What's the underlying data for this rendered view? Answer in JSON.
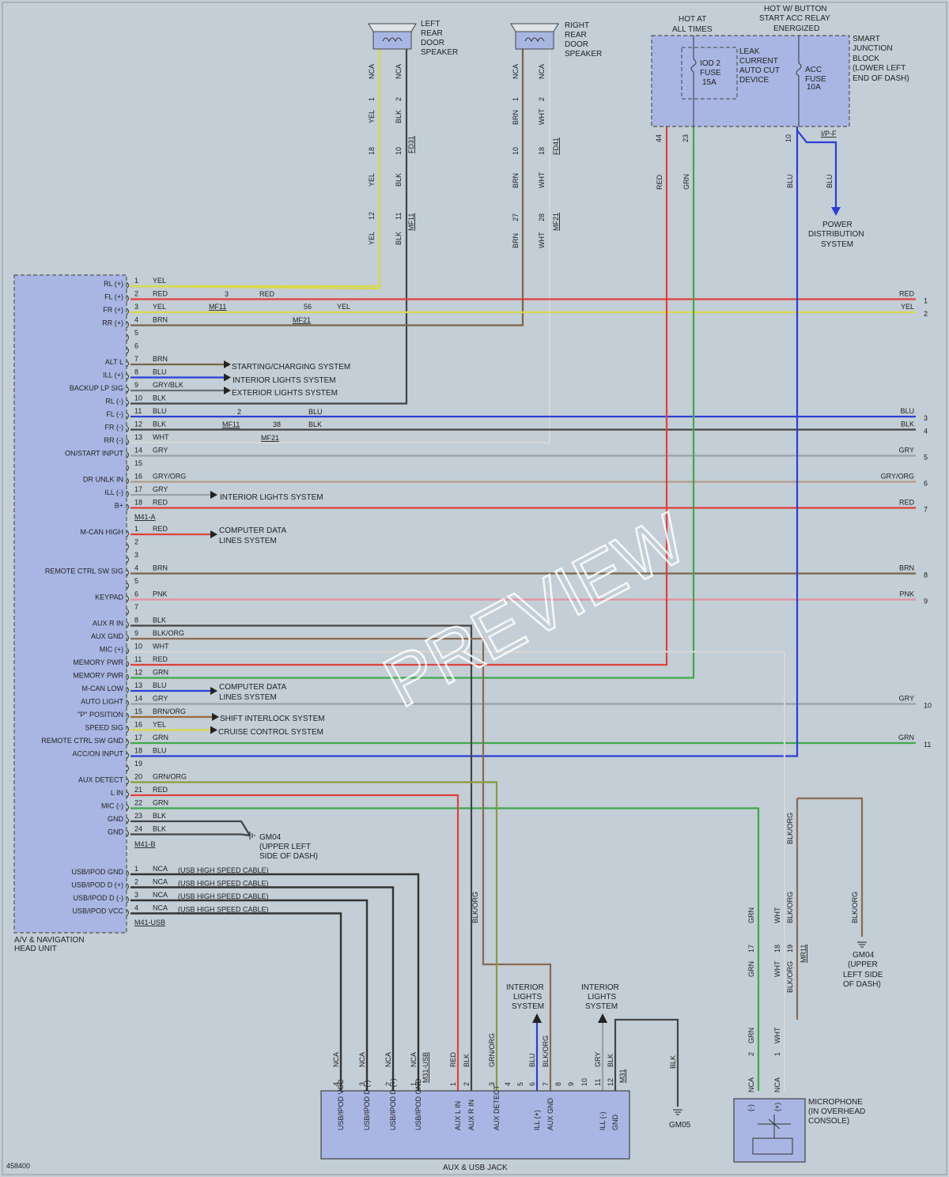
{
  "colors": {
    "RED": "#e0403d",
    "YEL": "#d9d94a",
    "BRN": "#7a6448",
    "BLU": "#2a3fd8",
    "BLK": "#444444",
    "GRY": "#9aa2a8",
    "WHT": "#e8e8e8",
    "GRN": "#3fa84a",
    "PNK": "#e5909e",
    "GRY/ORG": "#b59a86",
    "BLK/ORG": "#8a6a50",
    "GRN/ORG": "#8a9a3a",
    "GRY/BLK": "#6c7176",
    "BRN/ORG": "#9c6a3a",
    "NCA": "#333333"
  },
  "head_unit": {
    "title": "A/V & NAVIGATION HEAD UNIT",
    "connA": "M41-A",
    "connB": "M41-B",
    "connUSB": "M41-USB",
    "pinsA": [
      {
        "n": "1",
        "sig": "RL (+)",
        "wire": "YEL"
      },
      {
        "n": "2",
        "sig": "FL (+)",
        "wire": "RED"
      },
      {
        "n": "3",
        "sig": "FR (+)",
        "wire": "YEL"
      },
      {
        "n": "4",
        "sig": "RR (+)",
        "wire": "BRN"
      },
      {
        "n": "5",
        "sig": "",
        "wire": ""
      },
      {
        "n": "6",
        "sig": "",
        "wire": ""
      },
      {
        "n": "7",
        "sig": "ALT L",
        "wire": "BRN"
      },
      {
        "n": "8",
        "sig": "ILL (+)",
        "wire": "BLU"
      },
      {
        "n": "9",
        "sig": "BACKUP LP SIG",
        "wire": "GRY/BLK"
      },
      {
        "n": "10",
        "sig": "RL (-)",
        "wire": "BLK"
      },
      {
        "n": "11",
        "sig": "FL (-)",
        "wire": "BLU"
      },
      {
        "n": "12",
        "sig": "FR (-)",
        "wire": "BLK"
      },
      {
        "n": "13",
        "sig": "RR (-)",
        "wire": "WHT"
      },
      {
        "n": "14",
        "sig": "ON/START INPUT",
        "wire": "GRY"
      },
      {
        "n": "15",
        "sig": "",
        "wire": ""
      },
      {
        "n": "16",
        "sig": "DR UNLK IN",
        "wire": "GRY/ORG"
      },
      {
        "n": "17",
        "sig": "ILL (-)",
        "wire": "GRY"
      },
      {
        "n": "18",
        "sig": "B+",
        "wire": "RED"
      }
    ],
    "pinsB": [
      {
        "n": "1",
        "sig": "M-CAN HIGH",
        "wire": "RED"
      },
      {
        "n": "2",
        "sig": "",
        "wire": ""
      },
      {
        "n": "3",
        "sig": "",
        "wire": ""
      },
      {
        "n": "4",
        "sig": "REMOTE CTRL SW SIG",
        "wire": "BRN"
      },
      {
        "n": "5",
        "sig": "",
        "wire": ""
      },
      {
        "n": "6",
        "sig": "KEYPAD",
        "wire": "PNK"
      },
      {
        "n": "7",
        "sig": "",
        "wire": ""
      },
      {
        "n": "8",
        "sig": "AUX R IN",
        "wire": "BLK"
      },
      {
        "n": "9",
        "sig": "AUX GND",
        "wire": "BLK/ORG"
      },
      {
        "n": "10",
        "sig": "MIC (+)",
        "wire": "WHT"
      },
      {
        "n": "11",
        "sig": "MEMORY PWR",
        "wire": "RED"
      },
      {
        "n": "12",
        "sig": "MEMORY PWR",
        "wire": "GRN"
      },
      {
        "n": "13",
        "sig": "M-CAN LOW",
        "wire": "BLU"
      },
      {
        "n": "14",
        "sig": "AUTO LIGHT",
        "wire": "GRY"
      },
      {
        "n": "15",
        "sig": "\"P\" POSITION",
        "wire": "BRN/ORG"
      },
      {
        "n": "16",
        "sig": "SPEED SIG",
        "wire": "YEL"
      },
      {
        "n": "17",
        "sig": "REMOTE CTRL SW GND",
        "wire": "GRN"
      },
      {
        "n": "18",
        "sig": "ACC/ON INPUT",
        "wire": "BLU"
      },
      {
        "n": "19",
        "sig": "",
        "wire": ""
      },
      {
        "n": "20",
        "sig": "AUX DETECT",
        "wire": "GRN/ORG"
      },
      {
        "n": "21",
        "sig": "L IN",
        "wire": "RED"
      },
      {
        "n": "22",
        "sig": "MIC (-)",
        "wire": "GRN"
      },
      {
        "n": "23",
        "sig": "GND",
        "wire": "BLK"
      },
      {
        "n": "24",
        "sig": "GND",
        "wire": "BLK"
      }
    ],
    "pinsUSB": [
      {
        "n": "1",
        "sig": "USB/IPOD GND",
        "wire": "NCA",
        "note": "(USB HIGH SPEED CABLE)"
      },
      {
        "n": "2",
        "sig": "USB/IPOD D (+)",
        "wire": "NCA",
        "note": "(USB HIGH SPEED CABLE)"
      },
      {
        "n": "3",
        "sig": "USB/IPOD D (-)",
        "wire": "NCA",
        "note": "(USB HIGH SPEED CABLE)"
      },
      {
        "n": "4",
        "sig": "USB/IPOD VCC",
        "wire": "NCA",
        "note": "(USB HIGH SPEED CABLE)"
      }
    ]
  },
  "splices": {
    "mf11_a": {
      "conn": "MF11",
      "pin": "3",
      "wire": "RED"
    },
    "mf21_a": {
      "conn": "MF21",
      "pin": "56",
      "wire": "YEL"
    },
    "mf11_b": {
      "conn": "MF11",
      "pin": "2",
      "wire": "BLU"
    },
    "mf21_b": {
      "conn": "MF21",
      "pin": "38",
      "wire": "BLK"
    }
  },
  "arrows": {
    "starting": "STARTING/CHARGING SYSTEM",
    "interior1": "INTERIOR LIGHTS SYSTEM",
    "exterior": "EXTERIOR LIGHTS SYSTEM",
    "interior2": "INTERIOR LIGHTS SYSTEM",
    "can_high_1": "COMPUTER DATA",
    "can_high_2": "LINES SYSTEM",
    "can_low_1": "COMPUTER DATA",
    "can_low_2": "LINES SYSTEM",
    "shift": "SHIFT INTERLOCK SYSTEM",
    "cruise": "CRUISE CONTROL SYSTEM"
  },
  "right_labels": [
    {
      "wire": "RED",
      "n": "1"
    },
    {
      "wire": "YEL",
      "n": "2"
    },
    {
      "wire": "BLU",
      "n": "3"
    },
    {
      "wire": "BLK",
      "n": "4"
    },
    {
      "wire": "GRY",
      "n": "5"
    },
    {
      "wire": "GRY/ORG",
      "n": "6"
    },
    {
      "wire": "RED",
      "n": "7"
    },
    {
      "wire": "BRN",
      "n": "8"
    },
    {
      "wire": "PNK",
      "n": "9"
    },
    {
      "wire": "GRY",
      "n": "10"
    },
    {
      "wire": "GRN",
      "n": "11"
    }
  ],
  "speakers": {
    "left": {
      "l1": "LEFT",
      "l2": "REAR",
      "l3": "DOOR",
      "l4": "SPEAKER"
    },
    "right": {
      "l1": "RIGHT",
      "l2": "REAR",
      "l3": "DOOR",
      "l4": "SPEAKER"
    },
    "left_wires": {
      "a": "YEL",
      "b": "BLK",
      "nca": "NCA",
      "p1": "1",
      "p2": "2",
      "p18": "18",
      "p10": "10",
      "p12": "12",
      "p11": "11",
      "c1": "FD31",
      "c2": "MF11"
    },
    "right_wires": {
      "a": "BRN",
      "b": "WHT",
      "nca": "NCA",
      "p1": "1",
      "p2": "2",
      "p10": "10",
      "p18": "18",
      "p27": "27",
      "p28": "28",
      "c1": "FD41",
      "c2": "MF21"
    }
  },
  "sjb": {
    "hot_all_1": "HOT AT",
    "hot_all_2": "ALL TIMES",
    "hot_btn_1": "HOT W/ BUTTON",
    "hot_btn_2": "START ACC RELAY",
    "hot_btn_3": "ENERGIZED",
    "iod_1": "IOD 2",
    "iod_2": "FUSE",
    "iod_3": "15A",
    "leak_1": "LEAK",
    "leak_2": "CURRENT",
    "leak_3": "AUTO CUT",
    "leak_4": "DEVICE",
    "acc_1": "ACC",
    "acc_2": "FUSE",
    "acc_3": "10A",
    "t1": "SMART",
    "t2": "JUNCTION",
    "t3": "BLOCK",
    "t4": "(LOWER LEFT",
    "t5": "END OF DASH)",
    "p44": "44",
    "p23": "23",
    "p10": "10",
    "conn": "I/P-F",
    "w_red": "RED",
    "w_grn": "GRN",
    "w_blu": "BLU",
    "w_blu2": "BLU",
    "pds_1": "POWER",
    "pds_2": "DISTRIBUTION",
    "pds_3": "SYSTEM"
  },
  "ground_gm04": {
    "id": "GM04",
    "l1": "(UPPER LEFT",
    "l2": "SIDE OF DASH)"
  },
  "ground_gm04b": {
    "id": "GM04",
    "l1": "(UPPER",
    "l2": "LEFT SIDE",
    "l3": "OF DASH)",
    "wire": "BLK/ORG"
  },
  "ground_gm05": {
    "id": "GM05",
    "wire": "BLK"
  },
  "aux_jack": {
    "title": "AUX & USB JACK",
    "conn1": "M31-USB",
    "conn2": "M31",
    "pins": [
      {
        "n": "4",
        "wire": "NCA",
        "sig": "USB/IPOD VCC"
      },
      {
        "n": "3",
        "wire": "NCA",
        "sig": "USB/IPOD D (-)"
      },
      {
        "n": "2",
        "wire": "NCA",
        "sig": "USB/IPOD D (+)"
      },
      {
        "n": "1",
        "wire": "NCA",
        "sig": "USB/IPOD GND"
      },
      {
        "n": "1",
        "wire": "RED",
        "sig": "AUX L IN"
      },
      {
        "n": "2",
        "wire": "BLK",
        "sig": "AUX R IN"
      },
      {
        "n": "3",
        "wire": "GRN/ORG",
        "sig": "AUX DETECT"
      },
      {
        "n": "4",
        "wire": "",
        "sig": ""
      },
      {
        "n": "5",
        "wire": "",
        "sig": ""
      },
      {
        "n": "6",
        "wire": "BLU",
        "sig": "ILL (+)"
      },
      {
        "n": "7",
        "wire": "BLK/ORG",
        "sig": "AUX GND"
      },
      {
        "n": "8",
        "wire": "",
        "sig": ""
      },
      {
        "n": "9",
        "wire": "",
        "sig": ""
      },
      {
        "n": "10",
        "wire": "",
        "sig": ""
      },
      {
        "n": "11",
        "wire": "GRY",
        "sig": "ILL (-)"
      },
      {
        "n": "12",
        "wire": "BLK",
        "sig": "GND"
      }
    ],
    "ils1_1": "INTERIOR",
    "ils1_2": "LIGHTS",
    "ils1_3": "SYSTEM",
    "ils2_1": "INTERIOR",
    "ils2_2": "LIGHTS",
    "ils2_3": "SYSTEM",
    "blk_org": "BLK/ORG"
  },
  "microphone": {
    "l1": "MICROPHONE",
    "l2": "(IN OVERHEAD",
    "l3": "CONSOLE)",
    "minus": "(-)",
    "plus": "(+)",
    "w_grn": "GRN",
    "w_wht": "WHT",
    "w_blkorg": "BLK/ORG",
    "p17": "17",
    "p18": "18",
    "p19": "19",
    "conn": "MR11",
    "p2": "2",
    "p1": "1",
    "nca": "NCA"
  },
  "footer_id": "458400",
  "watermark": "PREVIEW"
}
